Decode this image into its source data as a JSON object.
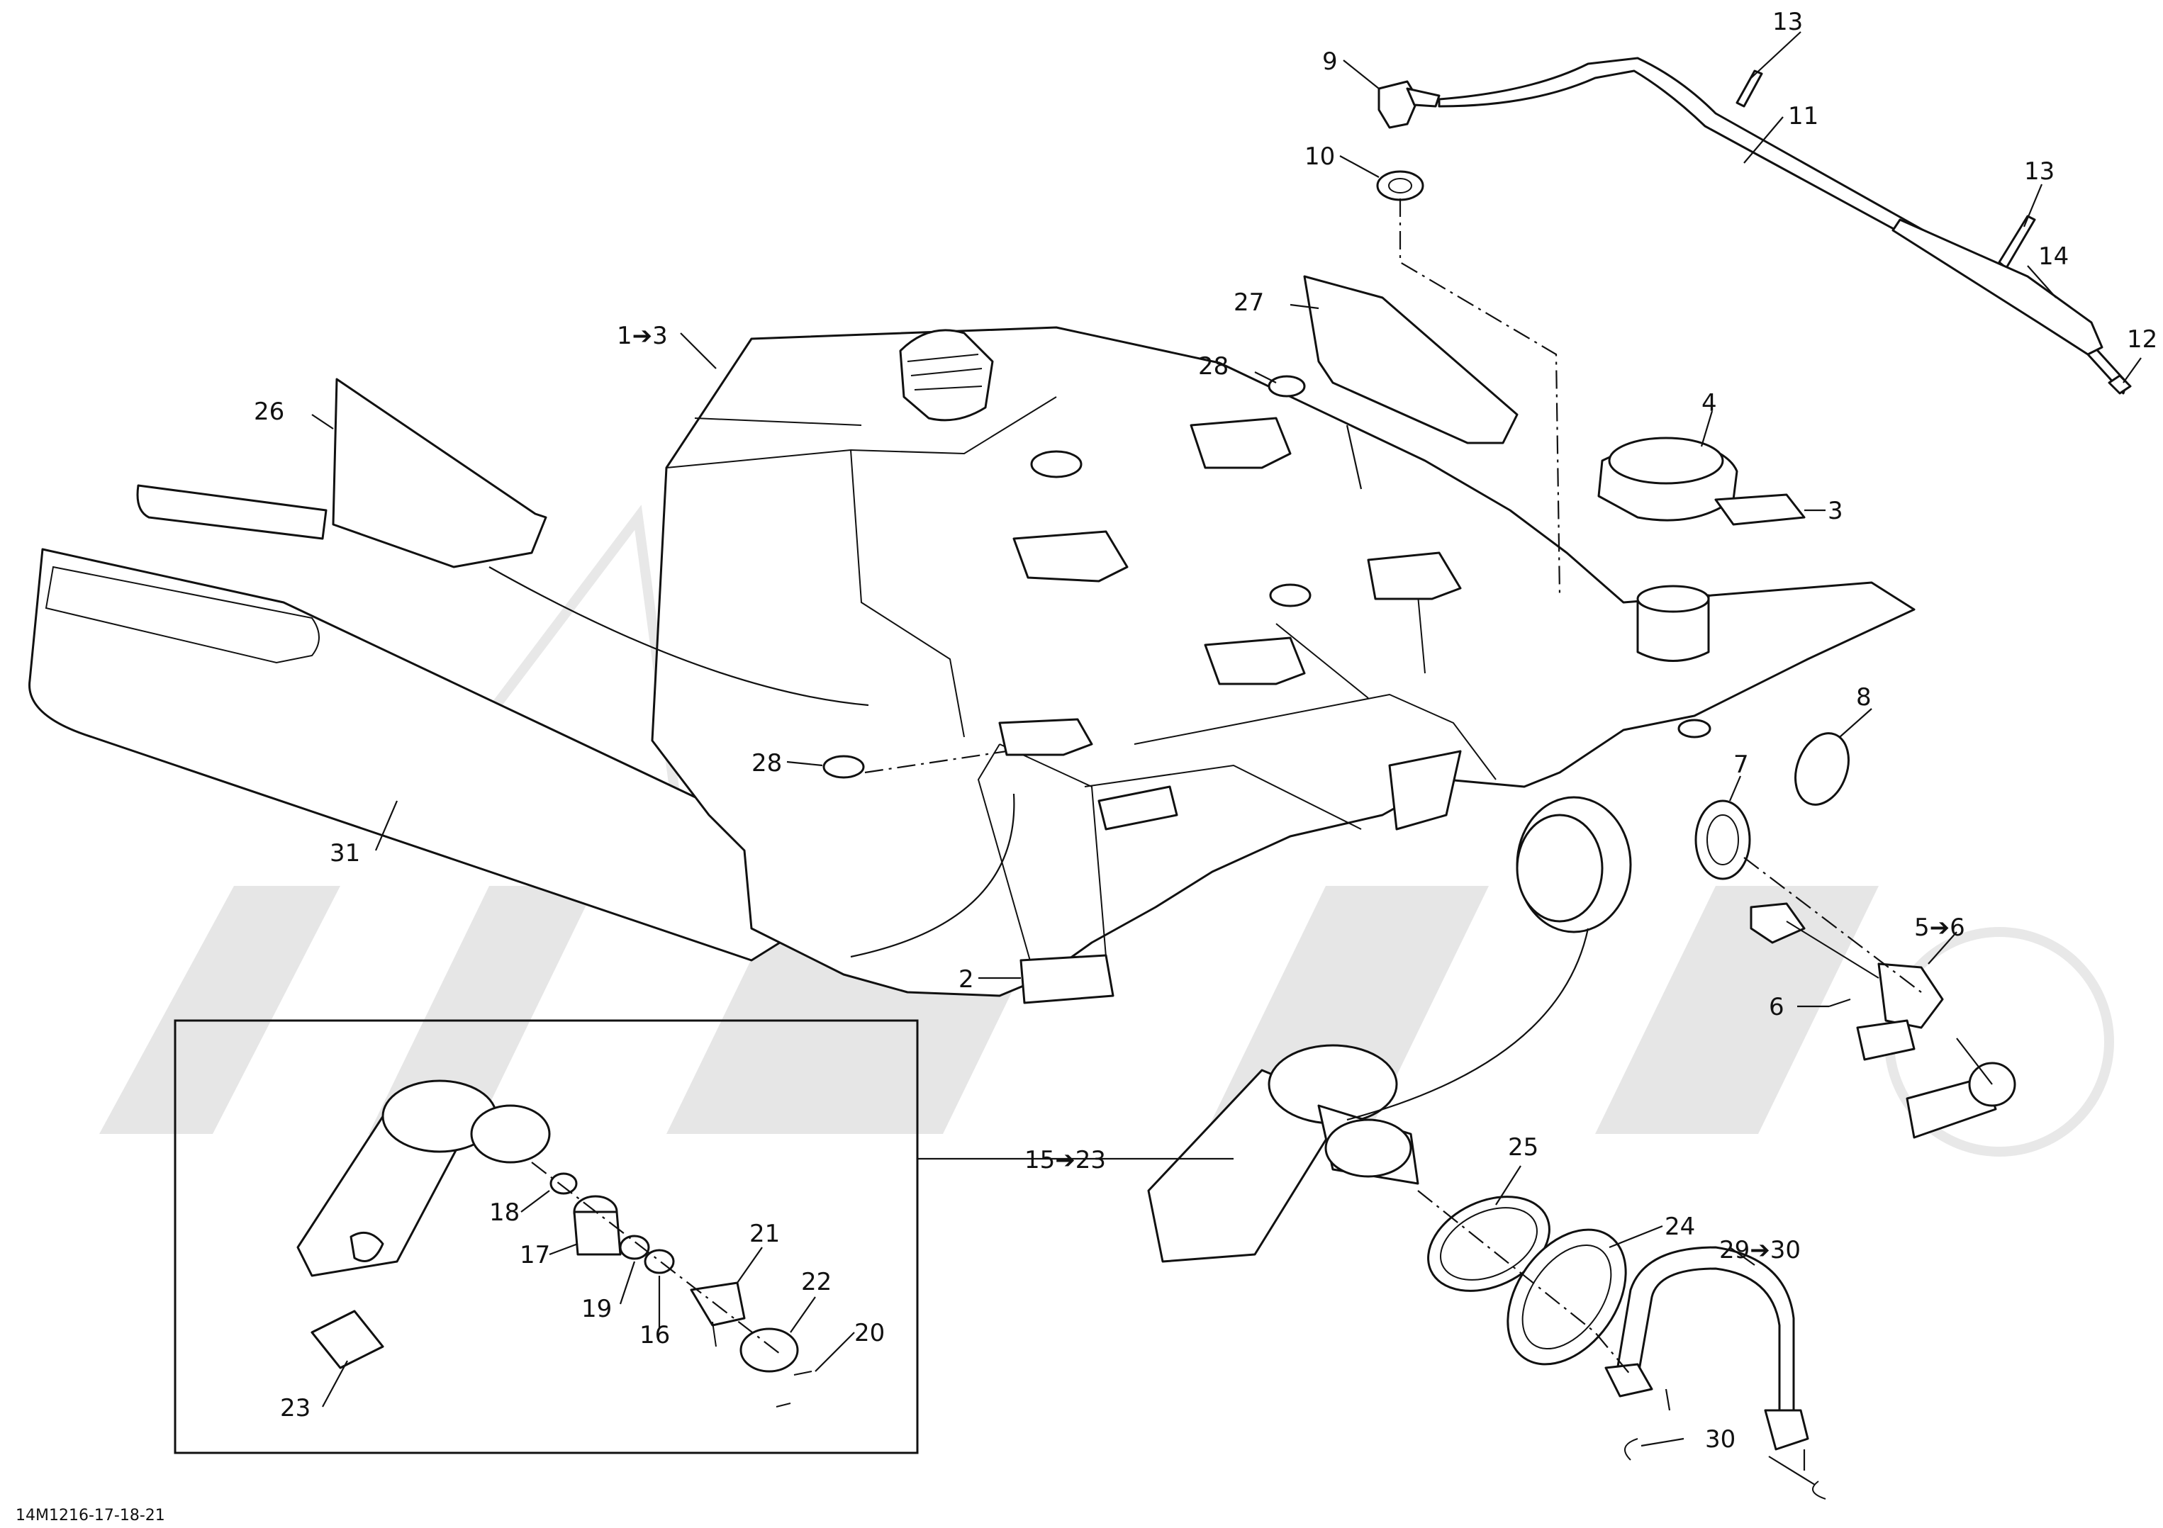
{
  "drawing_number": "14M1216-17-18-21",
  "callouts": [
    {
      "id": "c9",
      "text": "9"
    },
    {
      "id": "c13a",
      "text": "13"
    },
    {
      "id": "c11",
      "text": "11"
    },
    {
      "id": "c10",
      "text": "10"
    },
    {
      "id": "c13b",
      "text": "13"
    },
    {
      "id": "c14",
      "text": "14"
    },
    {
      "id": "c12",
      "text": "12"
    },
    {
      "id": "c1to3",
      "text": "1➔3"
    },
    {
      "id": "c27",
      "text": "27"
    },
    {
      "id": "c28a",
      "text": "28"
    },
    {
      "id": "c26",
      "text": "26"
    },
    {
      "id": "c4",
      "text": "4"
    },
    {
      "id": "c3",
      "text": "3"
    },
    {
      "id": "c8",
      "text": "8"
    },
    {
      "id": "c28b",
      "text": "28"
    },
    {
      "id": "c7",
      "text": "7"
    },
    {
      "id": "c31",
      "text": "31"
    },
    {
      "id": "c5to6",
      "text": "5➔6"
    },
    {
      "id": "c2",
      "text": "2"
    },
    {
      "id": "c6",
      "text": "6"
    },
    {
      "id": "c15to23",
      "text": "15➔23"
    },
    {
      "id": "c25",
      "text": "25"
    },
    {
      "id": "c18",
      "text": "18"
    },
    {
      "id": "c21",
      "text": "21"
    },
    {
      "id": "c24",
      "text": "24"
    },
    {
      "id": "c29to30",
      "text": "29➔30"
    },
    {
      "id": "c17",
      "text": "17"
    },
    {
      "id": "c22",
      "text": "22"
    },
    {
      "id": "c19",
      "text": "19"
    },
    {
      "id": "c16",
      "text": "16"
    },
    {
      "id": "c20",
      "text": "20"
    },
    {
      "id": "c23",
      "text": "23"
    },
    {
      "id": "c30",
      "text": "30"
    }
  ]
}
